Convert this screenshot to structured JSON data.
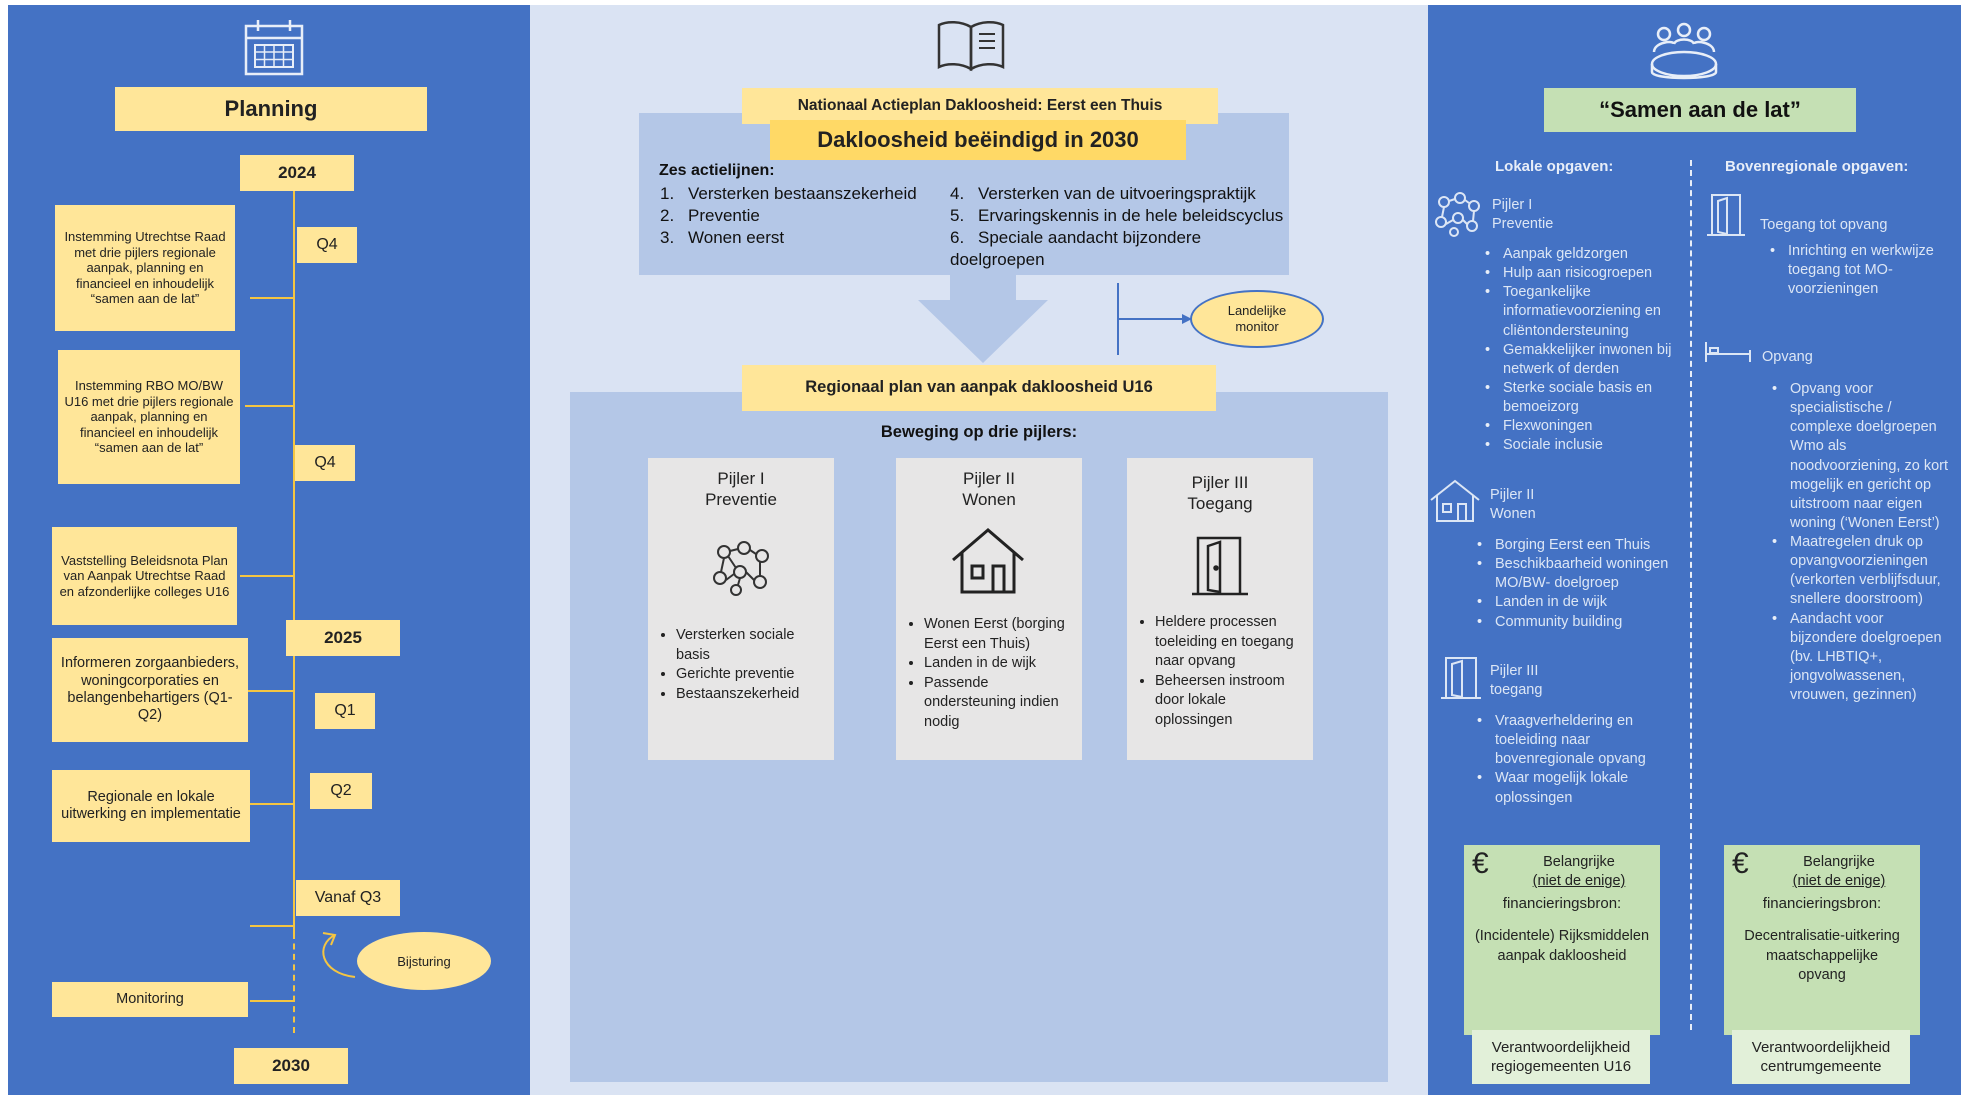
{
  "left": {
    "title": "Planning",
    "year_2024": "2024",
    "year_2025": "2025",
    "year_2030": "2030",
    "boxes": [
      "Instemming Utrechtse Raad met drie pijlers regionale aanpak, planning en financieel en inhoudelijk “samen aan de lat”",
      "Instemming RBO MO/BW U16 met drie pijlers regionale aanpak, planning en financieel en inhoudelijk “samen aan de lat”",
      "Vaststelling Beleidsnota Plan van Aanpak Utrechtse Raad en afzonderlijke colleges U16",
      "Informeren zorgaanbieders, woningcorporaties en belangenbehartigers (Q1-Q2)",
      "Regionale en lokale uitwerking en implementatie",
      "Monitoring"
    ],
    "quarters": [
      "Q4",
      "Q4",
      "Q1",
      "Q2",
      "Vanaf Q3"
    ],
    "bijsturing": "Bijsturing"
  },
  "mid": {
    "nap_title": "Nationaal Actieplan Dakloosheid: Eerst een Thuis",
    "goal": "Dakloosheid beëindigd in 2030",
    "actielijnen_head": "Zes actielijnen:",
    "actielijnen_left": [
      {
        "n": "1.",
        "t": "Versterken bestaanszekerheid"
      },
      {
        "n": "2.",
        "t": "Preventie"
      },
      {
        "n": "3.",
        "t": "Wonen eerst"
      }
    ],
    "actielijnen_right": [
      {
        "n": "4.",
        "t": "Versterken van de uitvoeringspraktijk"
      },
      {
        "n": "5.",
        "t": "Ervaringskennis in de hele beleidscyclus"
      },
      {
        "n": "6.",
        "t": "Speciale aandacht bijzondere doelgroepen"
      }
    ],
    "monitor": "Landelijke monitor",
    "regional_plan": "Regionaal plan van aanpak dakloosheid U16",
    "beweging": "Beweging op drie pijlers:",
    "pillars": [
      {
        "title": "Pijler I\nPreventie",
        "items": [
          "Versterken sociale basis",
          "Gerichte preventie",
          "Bestaanszekerheid"
        ]
      },
      {
        "title": "Pijler II\nWonen",
        "items": [
          "Wonen Eerst (borging Eerst een Thuis)",
          "Landen in de wijk",
          "Passende ondersteuning indien nodig"
        ]
      },
      {
        "title": "Pijler III\nToegang",
        "items": [
          "Heldere processen toeleiding en toegang naar opvang",
          "Beheersen instroom door lokale oplossingen"
        ]
      }
    ]
  },
  "right": {
    "title": "“Samen aan de lat”",
    "lokale_head": "Lokale opgaven:",
    "boven_head": "Bovenregionale opgaven:",
    "p1_label": "Pijler I\nPreventie",
    "p1_items": [
      "Aanpak geldzorgen",
      "Hulp aan risicogroepen",
      "Toegankelijke informatievoorziening en cliëntondersteuning",
      "Gemakkelijker inwonen bij netwerk of derden",
      "Sterke sociale basis en bemoeizorg",
      "Flexwoningen",
      "Sociale inclusie"
    ],
    "p2_label": "Pijler II\nWonen",
    "p2_items": [
      "Borging Eerst een Thuis",
      "Beschikbaarheid woningen MO/BW- doelgroep",
      "Landen in de wijk",
      "Community building"
    ],
    "p3_label": "Pijler III\ntoegang",
    "p3_items": [
      "Vraagverheldering en toeleiding naar bovenregionale opvang",
      "Waar mogelijk lokale oplossingen"
    ],
    "toegang_label": "Toegang tot opvang",
    "toegang_items": [
      "Inrichting en werkwijze toegang tot MO-voorzieningen"
    ],
    "opvang_label": "Opvang",
    "opvang_items": [
      "Opvang voor specialistische / complexe doelgroepen Wmo als noodvoorziening, zo kort mogelijk en gericht op uitstroom naar eigen woning (‘Wonen Eerst’)",
      "Maatregelen druk op opvangvoorzieningen (verkorten verblijfsduur, snellere doorstroom)",
      "Aandacht voor bijzondere doelgroepen (bv. LHBTIQ+, jongvolwassenen, vrouwen, gezinnen)"
    ],
    "fin_head_a": "Belangrijke",
    "fin_head_b": "(niet de enige)",
    "fin_head_c": "financieringsbron:",
    "fin_left_body": "(Incidentele) Rijksmiddelen aanpak dakloosheid",
    "fin_right_body": "Decentralisatie-uitkering maatschappelijke opvang",
    "euro": "€",
    "resp_left": "Verantwoordelijkheid regiogemeenten U16",
    "resp_right": "Verantwoordelijkheid centrumgemeente"
  }
}
